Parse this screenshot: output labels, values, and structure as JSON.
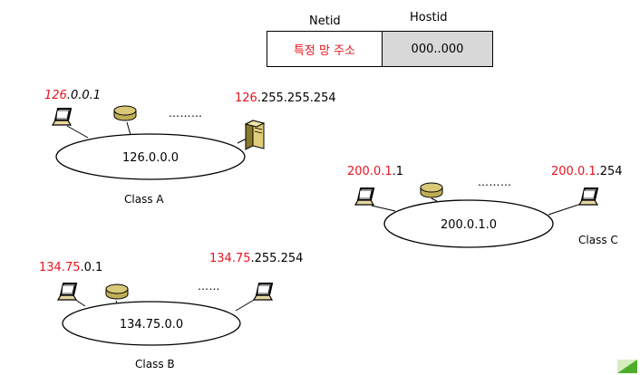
{
  "address_format": {
    "netid_header": "Netid",
    "hostid_header": "Hostid",
    "netid_value": "특정 망 주소",
    "hostid_value": "000..000"
  },
  "colors": {
    "network_part": "#e8141e",
    "hostid_fill": "#d8d8d8"
  },
  "class_a": {
    "network": "126.0.0.0",
    "label": "Class A",
    "first_host_net": "126",
    "first_host_rest": ".0.0.1",
    "last_host_net": "126",
    "last_host_rest": ".255.255.254",
    "ellipsis": "………",
    "devices": [
      "laptop-icon",
      "router-icon",
      "server-icon"
    ]
  },
  "class_b": {
    "network": "134.75.0.0",
    "label": "Class B",
    "first_host_net": "134.75",
    "first_host_rest": ".0.1",
    "last_host_net": "134.75",
    "last_host_rest": ".255.254",
    "ellipsis": "……",
    "devices": [
      "laptop-icon",
      "router-icon",
      "laptop-icon"
    ]
  },
  "class_c": {
    "network": "200.0.1.0",
    "label": "Class C",
    "first_host_net": "200.0.1",
    "first_host_rest": ".1",
    "last_host_net": "200.0.1",
    "last_host_rest": ".254",
    "ellipsis": "………",
    "devices": [
      "laptop-icon",
      "router-icon",
      "laptop-icon"
    ]
  },
  "nav": {
    "next_icon": "next-slide-icon"
  }
}
